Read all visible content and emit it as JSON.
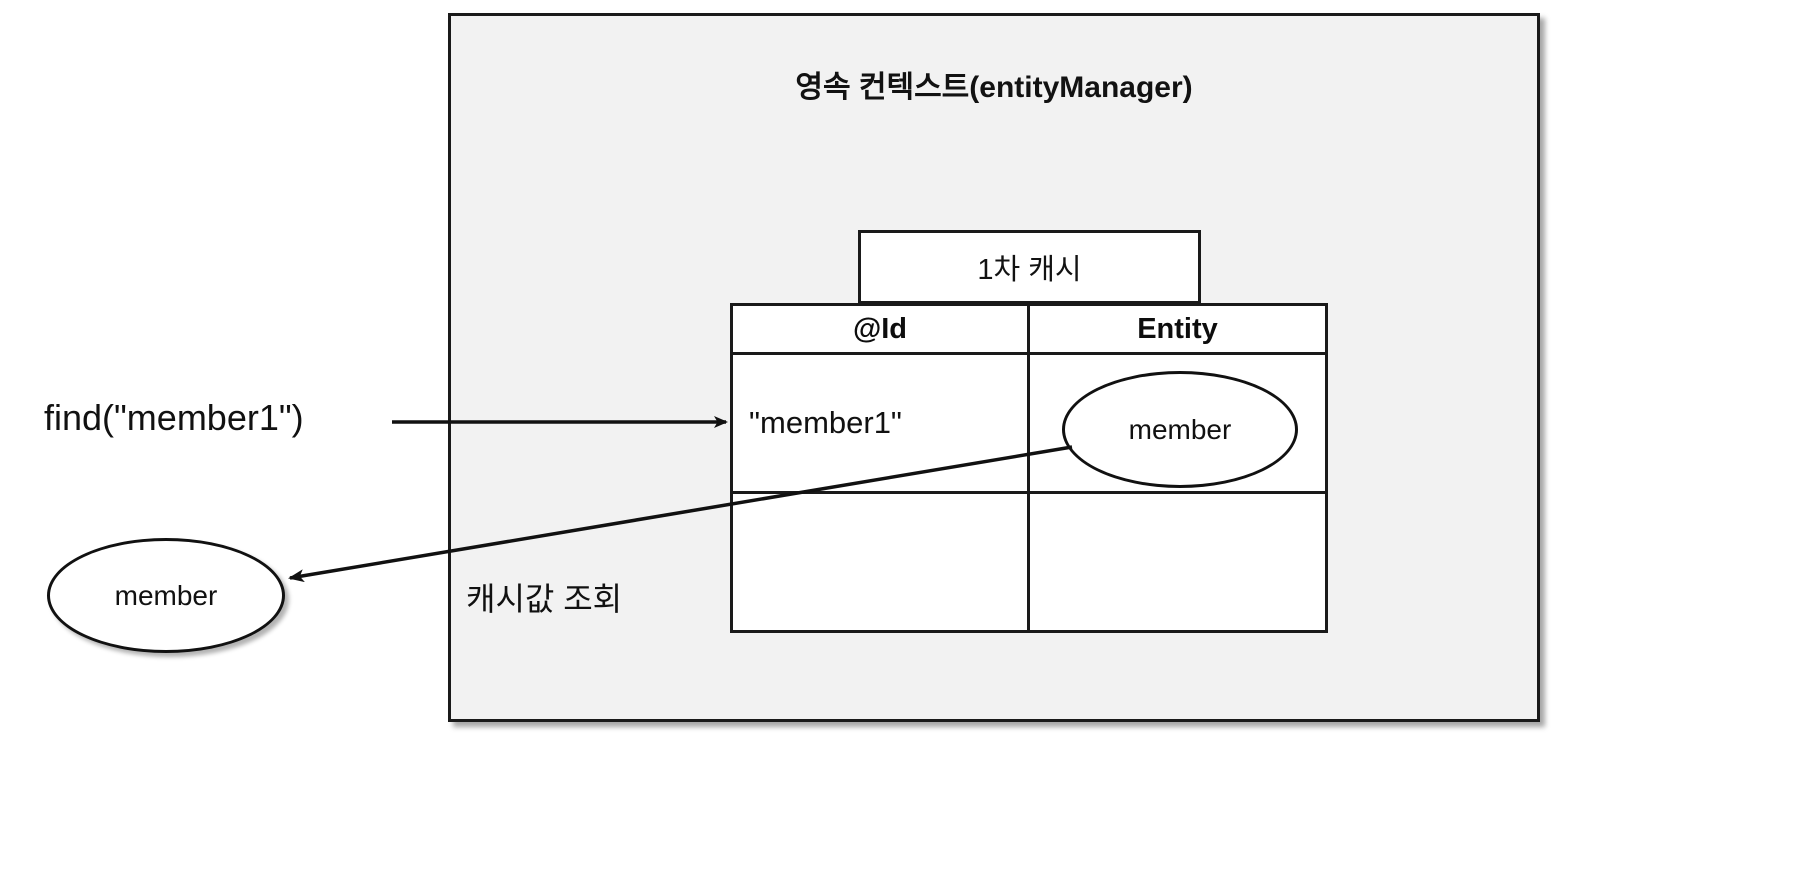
{
  "diagram": {
    "panel": {
      "title": "영속 컨텍스트(entityManager)",
      "background": "#f2f2f2",
      "border_color": "#1a1a1a"
    },
    "cache_caption": "1차 캐시",
    "table": {
      "headers": [
        "@Id",
        "Entity"
      ],
      "rows": [
        {
          "id": "\"member1\"",
          "entity": "member"
        },
        {
          "id": "",
          "entity": ""
        }
      ]
    },
    "left_entity": "member",
    "labels": {
      "find_call": "find(\"member1\")",
      "cache_read": "캐시값 조회"
    },
    "arrows": [
      {
        "name": "find-arrow",
        "from": "find(\"member1\")",
        "to": "@Id cell"
      },
      {
        "name": "cache-read-arrow",
        "from": "member entity in cache",
        "to": "member (returned)"
      }
    ]
  }
}
